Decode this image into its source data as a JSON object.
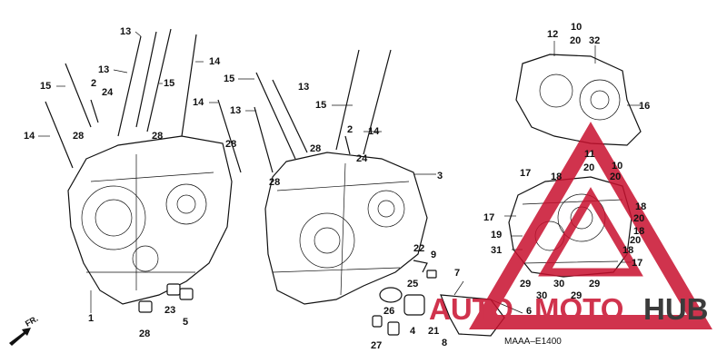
{
  "diagram": {
    "code": "MAAA–E1400",
    "direction_label": "FR.",
    "callouts": {
      "c13a": "13",
      "c13b": "13",
      "c13c": "13",
      "c13d": "13",
      "c14a": "14",
      "c14b": "14",
      "c14c": "14",
      "c14d": "14",
      "c15a": "15",
      "c15b": "15",
      "c15c": "15",
      "c15d": "15",
      "c2a": "2",
      "c24a": "24",
      "c2b": "2",
      "c24b": "24",
      "c28a": "28",
      "c28b": "28",
      "c28c": "28",
      "c28d": "28",
      "c28e": "28",
      "c28f": "28",
      "c1": "1",
      "c3": "3",
      "c23": "23",
      "c5": "5",
      "c12": "12",
      "c10a": "10",
      "c20a": "20",
      "c32": "32",
      "c16": "16",
      "c11": "11",
      "c20b": "20",
      "c17a": "17",
      "c18a": "18",
      "c10b": "10",
      "c20c": "20",
      "c17b": "17",
      "c18b": "18",
      "c20d": "20",
      "c18c": "18",
      "c20e": "20",
      "c18d": "18",
      "c19": "19",
      "c31": "31",
      "c17c": "17",
      "c29a": "29",
      "c29b": "29",
      "c29c": "29",
      "c30a": "30",
      "c30b": "30",
      "c22": "22",
      "c9": "9",
      "c7": "7",
      "c25": "25",
      "c6": "6",
      "c26": "26",
      "c4": "4",
      "c21": "21",
      "c8": "8",
      "c27": "27"
    }
  },
  "watermark": {
    "brand_part1": "AUTO",
    "brand_part2": "MOTO",
    "brand_part3": "HUB",
    "color_red": "#c8102e",
    "color_dark": "#1a1a1a"
  }
}
